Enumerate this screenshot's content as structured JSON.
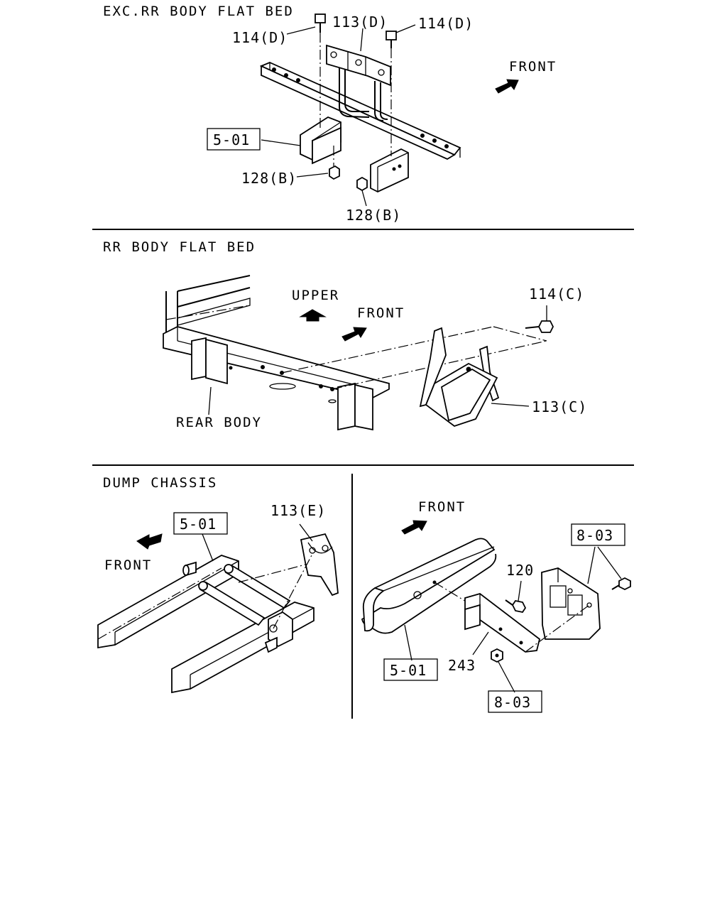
{
  "sections": {
    "top_title": "EXC.RR BODY FLAT BED",
    "middle_title": "RR BODY FLAT BED",
    "bottom_title": "DUMP CHASSIS"
  },
  "labels": {
    "top_114d_left": "114(D)",
    "top_113d": "113(D)",
    "top_114d_right": "114(D)",
    "top_front": "FRONT",
    "top_501": "5-01",
    "top_128b_left": "128(B)",
    "top_128b_bottom": "128(B)",
    "mid_upper": "UPPER",
    "mid_front": "FRONT",
    "mid_114c": "114(C)",
    "mid_113c": "113(C)",
    "mid_rear_body": "REAR BODY",
    "bl_501": "5-01",
    "bl_113e": "113(E)",
    "bl_front": "FRONT",
    "br_front": "FRONT",
    "br_803_top": "8-03",
    "br_120": "120",
    "br_243": "243",
    "br_501": "5-01",
    "br_803_bottom": "8-03"
  }
}
